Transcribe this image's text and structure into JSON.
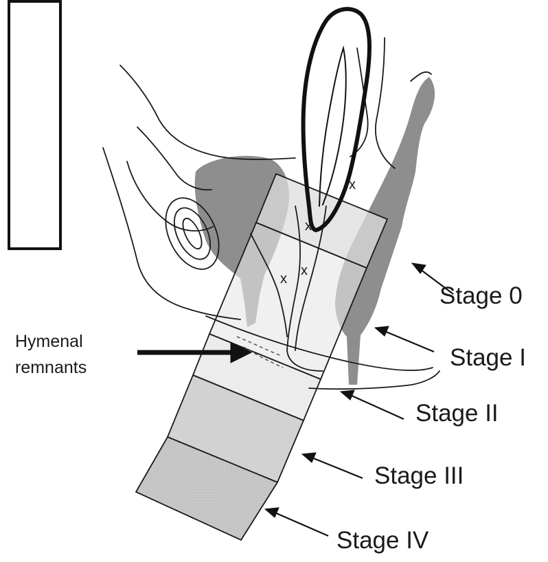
{
  "labels": {
    "stage_0": "Stage 0",
    "stage_1": "Stage I",
    "stage_2": "Stage II",
    "stage_3": "Stage III",
    "stage_4": "Stage IV",
    "hymenal_line1": "Hymenal",
    "hymenal_line2": "remnants"
  },
  "marks": {
    "x": "x"
  },
  "colors": {
    "outline": "#1a1a1a",
    "tissue_shade": "#8e8e8e",
    "band_light": "#e6e6e6",
    "band_mid": "#d4d4d4",
    "band_dark": "#a6a6a6"
  }
}
